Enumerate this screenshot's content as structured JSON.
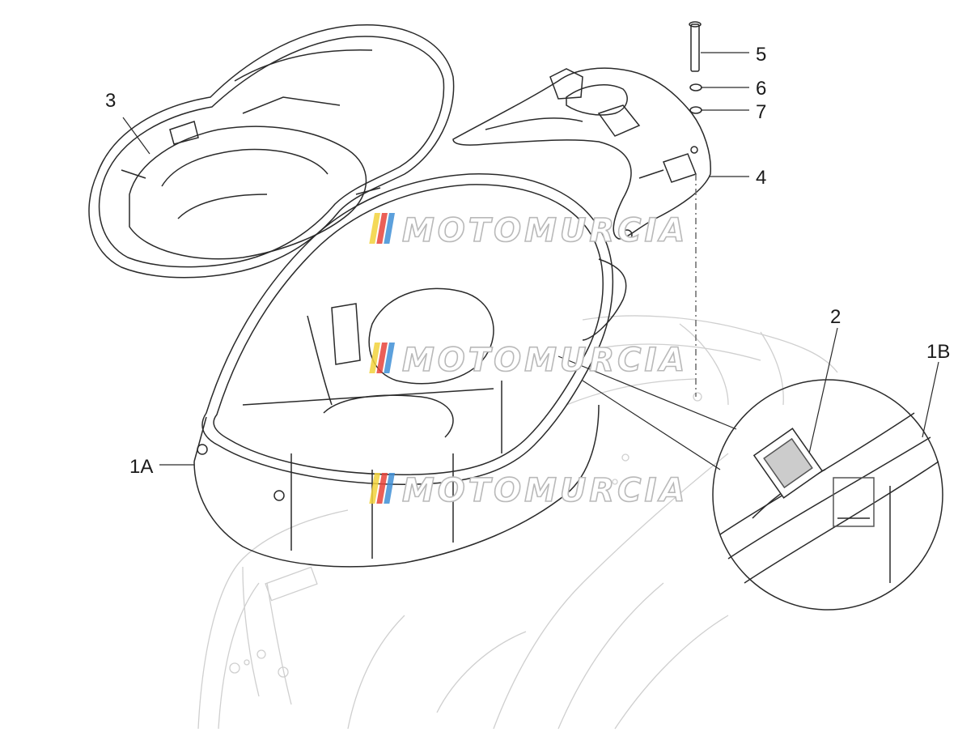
{
  "callouts": {
    "part_1a": "1A",
    "part_1b": "1B",
    "part_2": "2",
    "part_3": "3",
    "part_4": "4",
    "part_5": "5",
    "part_6": "6",
    "part_7": "7"
  },
  "watermark": {
    "text": "MOTOMURCIA",
    "stripe_colors": [
      "#f2d23c",
      "#e8433a",
      "#3f8fd6"
    ]
  },
  "colors": {
    "line": "#2a2a2a",
    "ghost_line": "#c8c8c8"
  }
}
